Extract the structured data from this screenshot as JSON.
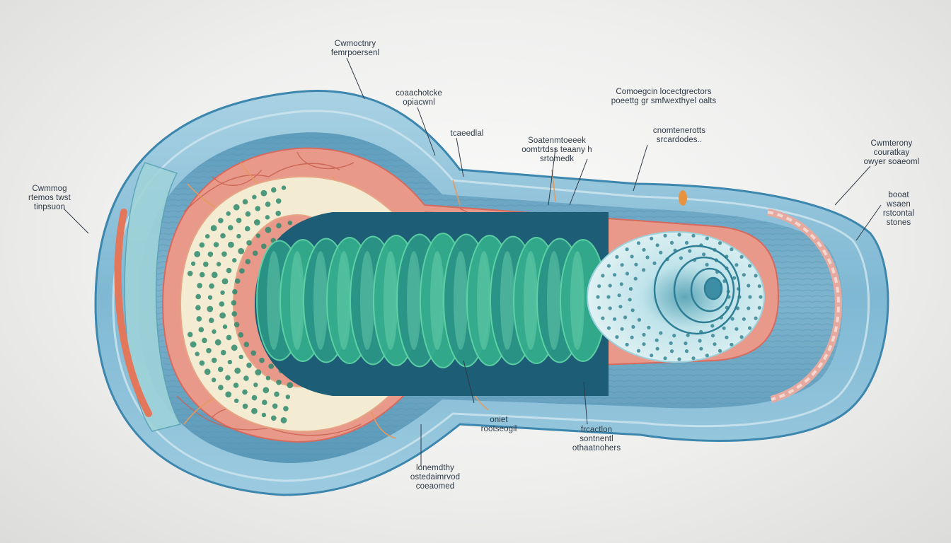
{
  "colors": {
    "background": "#efefee",
    "outer_sheath": "#8fc2da",
    "outer_edge": "#3d86ad",
    "muscle_band": "#6aa7c5",
    "red_layer": "#e87f6e",
    "vessel": "#d7776a",
    "cream_layer": "#f4ecd2",
    "dot": "#2d8a6e",
    "rings_green": "#39b58e",
    "rings_teal": "#1e7a86",
    "cap": "#d3ebee",
    "label_text": "#2f3a46"
  },
  "labels": [
    {
      "id": "label-top-1",
      "lines": [
        "Cwmoctnry",
        "femrpoersenl"
      ]
    },
    {
      "id": "label-top-2",
      "lines": [
        "coaachotcke",
        "opiacwnl"
      ]
    },
    {
      "id": "label-top-3",
      "lines": [
        "tcaeedlal"
      ]
    },
    {
      "id": "label-top-4",
      "lines": [
        "Soatenmtoeeek",
        "oomtrtdss teaany h",
        "srtomedk"
      ]
    },
    {
      "id": "label-top-5",
      "lines": [
        "cnomtenerotts",
        "srcardodes.."
      ]
    },
    {
      "id": "label-top-6",
      "lines": [
        "Comoegcin locectgrectors",
        "poeettg gr smfwexthyel oalts"
      ]
    },
    {
      "id": "label-right-1",
      "lines": [
        "Cwmterony",
        "couratkay",
        "owyer soaeoml"
      ]
    },
    {
      "id": "label-right-2",
      "lines": [
        "booat",
        "wsaen",
        "rstcontal",
        "stones"
      ]
    },
    {
      "id": "label-left-1",
      "lines": [
        "Cwmmog",
        "rtemos twst",
        "tinpsuon"
      ]
    },
    {
      "id": "label-bottom-1",
      "lines": [
        "oniet",
        "rootseogil"
      ]
    },
    {
      "id": "label-bottom-2",
      "lines": [
        "frcactlon",
        "sontnentl",
        "othaatnohers"
      ]
    },
    {
      "id": "label-bottom-3",
      "lines": [
        "lonemdthy",
        "ostedaimrvod",
        "coeaomed"
      ]
    }
  ]
}
